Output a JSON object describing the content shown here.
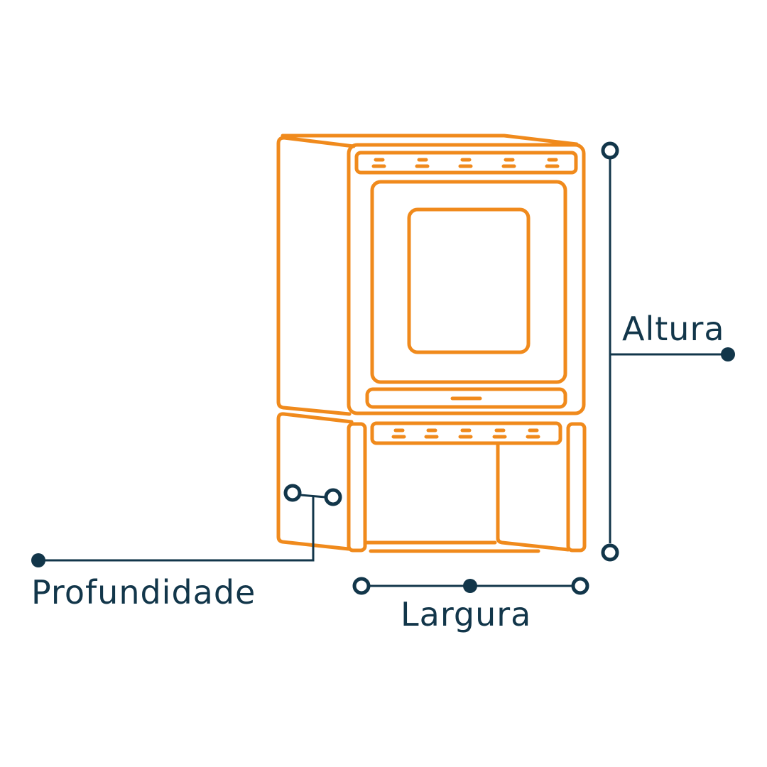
{
  "labels": {
    "height": "Altura",
    "depth": "Profundidade",
    "width": "Largura"
  },
  "colors": {
    "appliance_stroke": "#F08A1C",
    "dimension": "#12364A",
    "background": "#FFFFFF"
  },
  "icons": {
    "appliance": "washer-dryer-stack-icon",
    "dimension_endpoint": "hollow-circle",
    "dimension_anchor": "filled-dot"
  }
}
